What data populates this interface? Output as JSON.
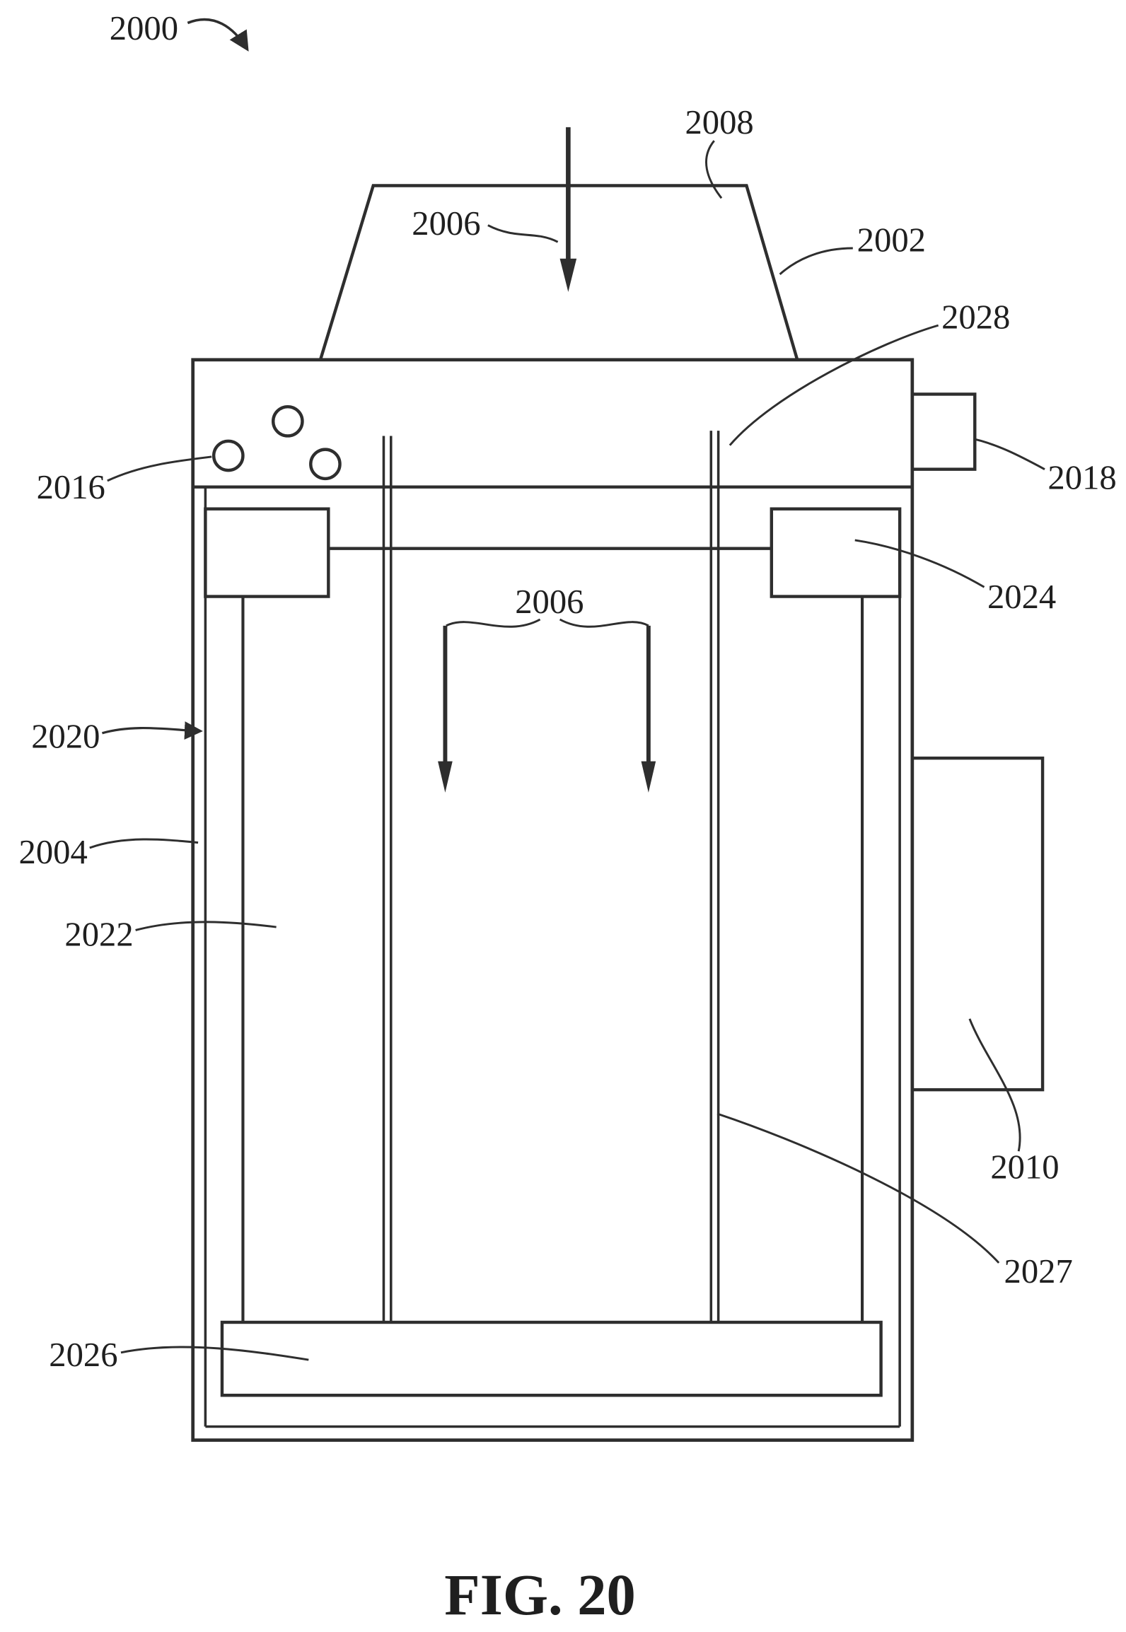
{
  "figure": {
    "caption": "FIG. 20",
    "labels": {
      "ref2000": "2000",
      "ref2002": "2002",
      "ref2004": "2004",
      "ref2006_top": "2006",
      "ref2006_mid": "2006",
      "ref2008": "2008",
      "ref2010": "2010",
      "ref2016": "2016",
      "ref2018": "2018",
      "ref2020": "2020",
      "ref2022": "2022",
      "ref2024": "2024",
      "ref2026": "2026",
      "ref2027": "2027",
      "ref2028": "2028"
    }
  }
}
